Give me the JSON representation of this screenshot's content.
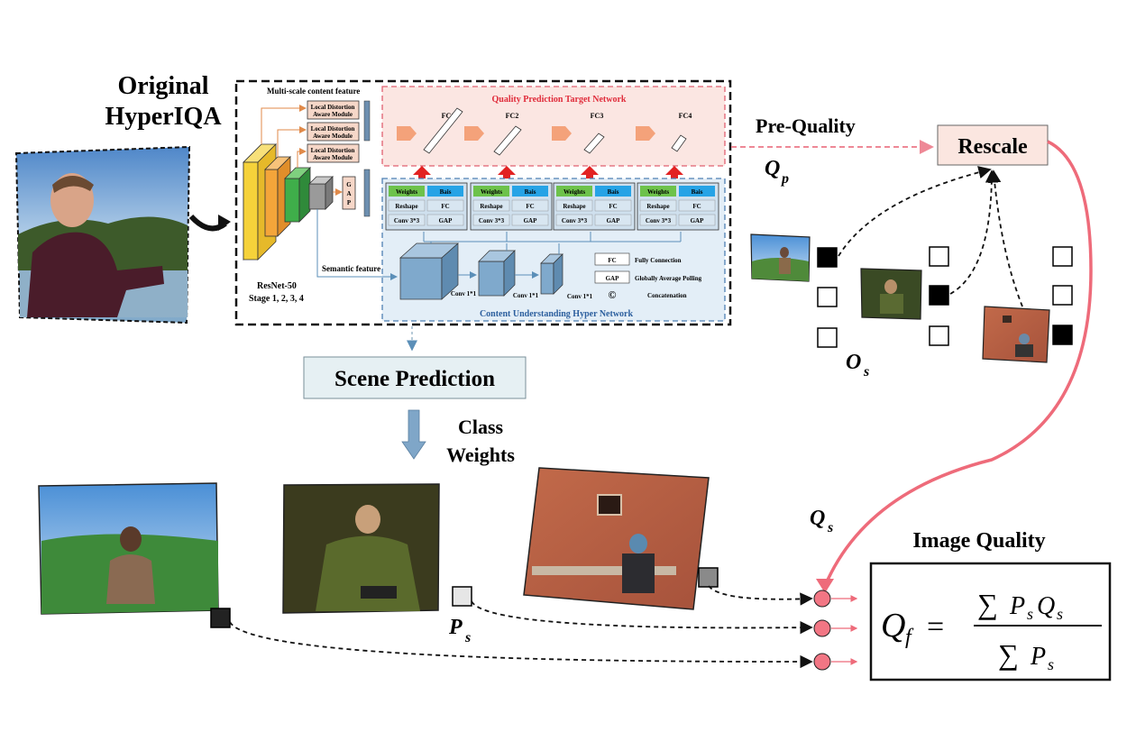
{
  "titles": {
    "original_line1": "Original",
    "original_line2": "HyperIQA",
    "pre_quality": "Pre-Quality",
    "rescale": "Rescale",
    "scene_prediction": "Scene Prediction",
    "class_line1": "Class",
    "class_line2": "Weights",
    "image_quality": "Image Quality"
  },
  "symbols": {
    "qp_main": "Q",
    "qp_sub": "p",
    "os_main": "O",
    "os_sub": "s",
    "qs_main": "Q",
    "qs_sub": "s",
    "ps_main": "P",
    "ps_sub": "s"
  },
  "formula": {
    "lhs": "Q",
    "lhs_sub": "f",
    "equals": "=",
    "sum": "∑",
    "num_p": "P",
    "num_p_sub": "s",
    "num_q": "Q",
    "num_q_sub": "s",
    "den_p": "P",
    "den_p_sub": "s"
  },
  "network": {
    "multiscale": "Multi-scale content feature",
    "lda": [
      "Local Distortion",
      "Aware Module"
    ],
    "resnet": "ResNet-50",
    "stages": "Stage 1, 2, 3, 4",
    "gap_letters": [
      "G",
      "A",
      "P"
    ],
    "semantic": "Semantic feature",
    "concat_symbol": "©",
    "target_title": "Quality Prediction Target Network",
    "fc_labels": [
      "FC1",
      "FC2",
      "FC3",
      "FC4"
    ],
    "hyper_title": "Content Understanding Hyper Network",
    "weights": "Weights",
    "bais": "Bais",
    "reshape": "Reshape",
    "fc": "FC",
    "conv33": "Conv 3*3",
    "gap": "GAP",
    "conv11": "Conv 1*1",
    "legend": {
      "fc_box": "FC",
      "fc_text": "Fully Connection",
      "gap_box": "GAP",
      "gap_text": "Globally Average Polling",
      "c_symbol": "©",
      "c_text": "Concatenation"
    }
  },
  "colors": {
    "red_arrow": "#ee6b7a",
    "red_node": "#f27684",
    "target_bg": "#fbe6e2",
    "hyper_bg": "#e3eef7",
    "rescale_bg": "#fbe6e0",
    "scene_bg": "#e6f0f3",
    "green_tag": "#6dc24b",
    "blue_tag": "#26a3e6"
  }
}
